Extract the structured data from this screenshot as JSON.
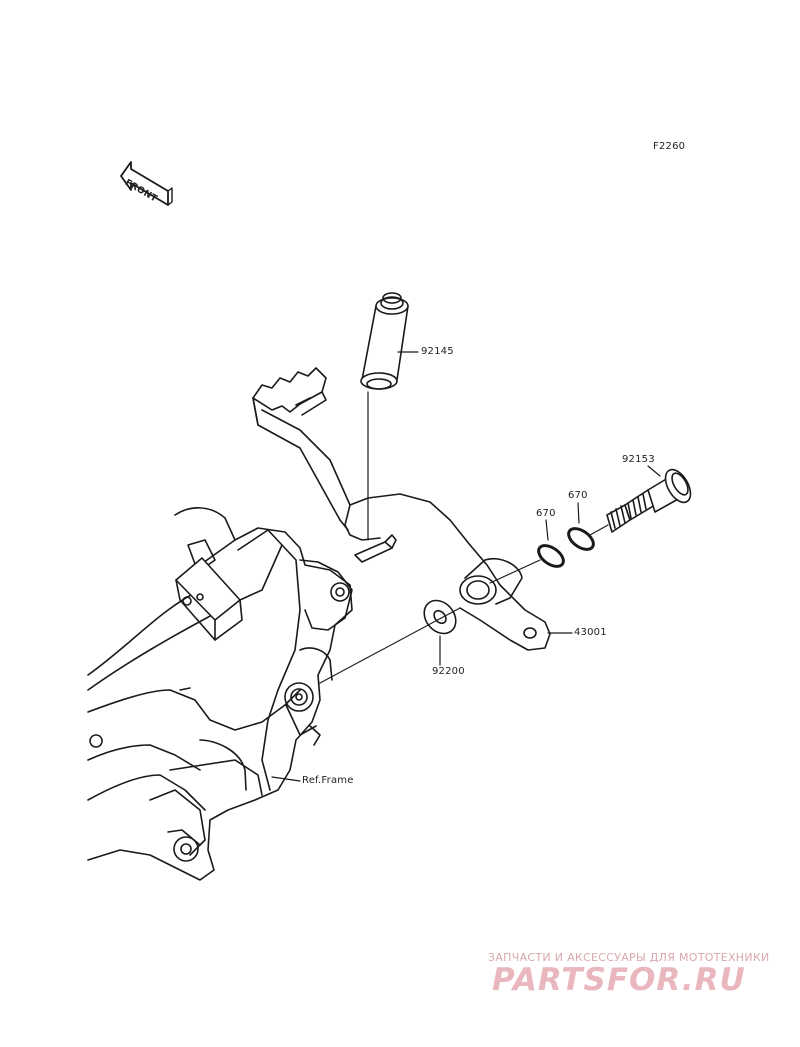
{
  "diagram_code": "F2260",
  "front_arrow_label": "FRONT",
  "callouts": {
    "spring": "92145",
    "bolt": "92153",
    "oring_1": "670",
    "oring_2": "670",
    "pedal": "43001",
    "washer": "92200",
    "frame_ref": "Ref.Frame"
  },
  "watermark": {
    "tagline": "ЗАПЧАСТИ И АКСЕССУАРЫ ДЛЯ МОТОТЕХНИКИ",
    "logo": "PARTSFOR.RU"
  },
  "colors": {
    "line": "#1a1a1a",
    "watermark": "#e9b7bd"
  }
}
